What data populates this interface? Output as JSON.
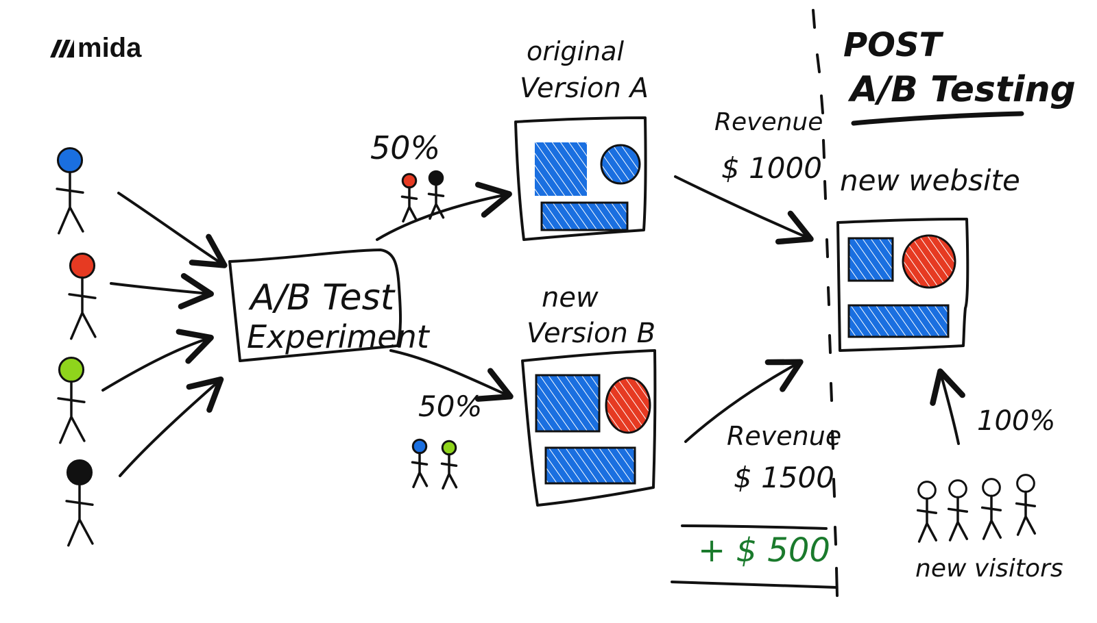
{
  "logo": {
    "text": "mida"
  },
  "experiment_box": {
    "line1": "A/B Test",
    "line2": "Experiment"
  },
  "split_a": {
    "percent": "50%"
  },
  "split_b": {
    "percent": "50%"
  },
  "version_a": {
    "line1": "original",
    "line2": "Version A"
  },
  "version_b": {
    "line1": "new",
    "line2": "Version B"
  },
  "revenue_a": {
    "label": "Revenue",
    "value": "$ 1000"
  },
  "revenue_b": {
    "label": "Revenue",
    "value": "$ 1500"
  },
  "gain": {
    "value": "+ $ 500"
  },
  "post": {
    "line1": "POST",
    "line2": "A/B Testing"
  },
  "new_website": {
    "label": "new website"
  },
  "new_traffic": {
    "percent": "100%"
  },
  "new_visitors": {
    "label": "new visitors"
  },
  "colors": {
    "blue": "#1a6fe0",
    "red": "#e63a22",
    "green": "#8fd41c",
    "black": "#111111",
    "gain_green": "#1a7a2c"
  },
  "visitors": [
    {
      "name": "visitor-blue",
      "color": "#1a6fe0"
    },
    {
      "name": "visitor-red",
      "color": "#e63a22"
    },
    {
      "name": "visitor-green",
      "color": "#8fd41c"
    },
    {
      "name": "visitor-black",
      "color": "#111111"
    }
  ]
}
